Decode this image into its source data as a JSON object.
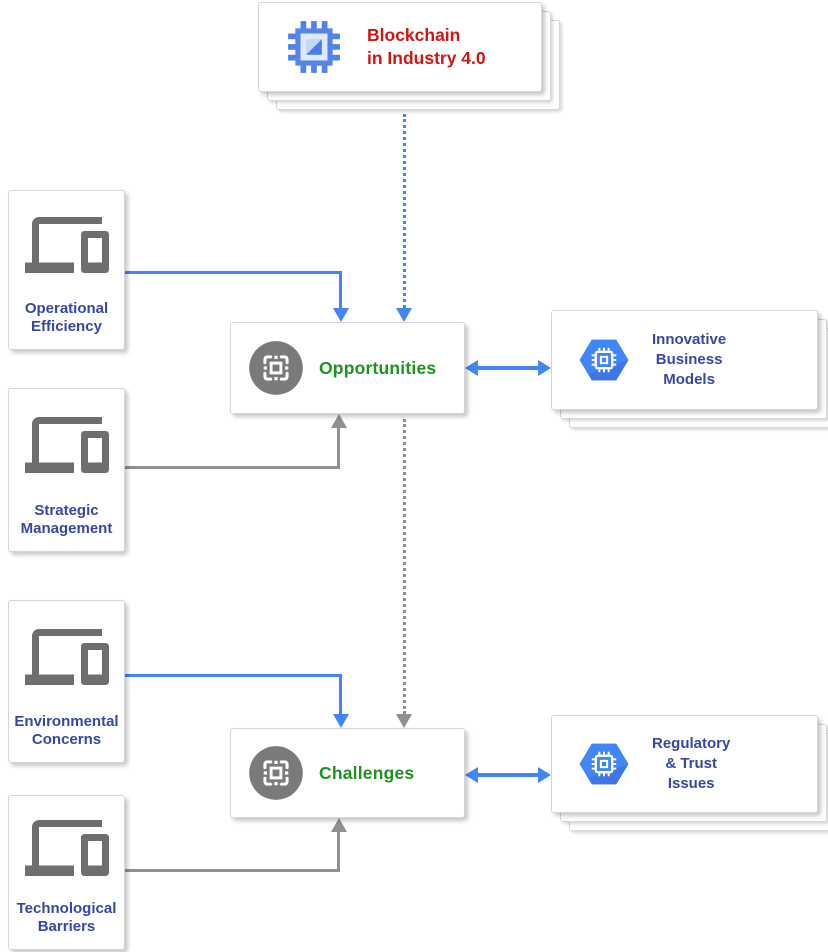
{
  "colors": {
    "red_title": "#d21414",
    "blue_label": "#3747a6",
    "green_label": "#1d9420",
    "arrow_blue": "#4285f4",
    "arrow_grey": "#909090",
    "icon_grey": "#6e6e6e",
    "circle_grey": "#7a7a7a",
    "hexagon_blue": "#4285f4",
    "box_border": "#d5d5d5"
  },
  "nodes": {
    "root": {
      "label": "Blockchain\nin Industry 4.0",
      "icon": "cpu-chip-icon"
    },
    "left": [
      {
        "label": "Operational\nEfficiency",
        "icon": "devices-icon"
      },
      {
        "label": "Strategic\nManagement",
        "icon": "devices-icon"
      },
      {
        "label": "Environmental\nConcerns",
        "icon": "devices-icon"
      },
      {
        "label": "Technological\nBarriers",
        "icon": "devices-icon"
      }
    ],
    "center": [
      {
        "label": "Opportunities",
        "icon": "chip-scan-icon"
      },
      {
        "label": "Challenges",
        "icon": "chip-scan-icon"
      }
    ],
    "right": [
      {
        "label": "Innovative\nBusiness\nModels",
        "icon": "hexagon-chip-icon"
      },
      {
        "label": "Regulatory\n& Trust\nIssues",
        "icon": "hexagon-chip-icon"
      }
    ]
  },
  "connections": [
    {
      "from": "Blockchain in Industry 4.0",
      "to": "Opportunities",
      "style": "dotted",
      "color": "blue",
      "direction": "down"
    },
    {
      "from": "Opportunities",
      "to": "Challenges",
      "style": "dotted",
      "color": "grey",
      "direction": "down"
    },
    {
      "from": "Operational Efficiency",
      "to": "Opportunities",
      "style": "solid",
      "color": "blue",
      "direction": "into-top"
    },
    {
      "from": "Strategic Management",
      "to": "Opportunities",
      "style": "solid",
      "color": "grey",
      "direction": "into-bottom"
    },
    {
      "from": "Environmental Concerns",
      "to": "Challenges",
      "style": "solid",
      "color": "blue",
      "direction": "into-top"
    },
    {
      "from": "Technological Barriers",
      "to": "Challenges",
      "style": "solid",
      "color": "grey",
      "direction": "into-bottom"
    },
    {
      "from": "Opportunities",
      "to": "Innovative Business Models",
      "style": "solid",
      "color": "blue",
      "direction": "bidirectional"
    },
    {
      "from": "Challenges",
      "to": "Regulatory & Trust Issues",
      "style": "solid",
      "color": "blue",
      "direction": "bidirectional"
    }
  ]
}
